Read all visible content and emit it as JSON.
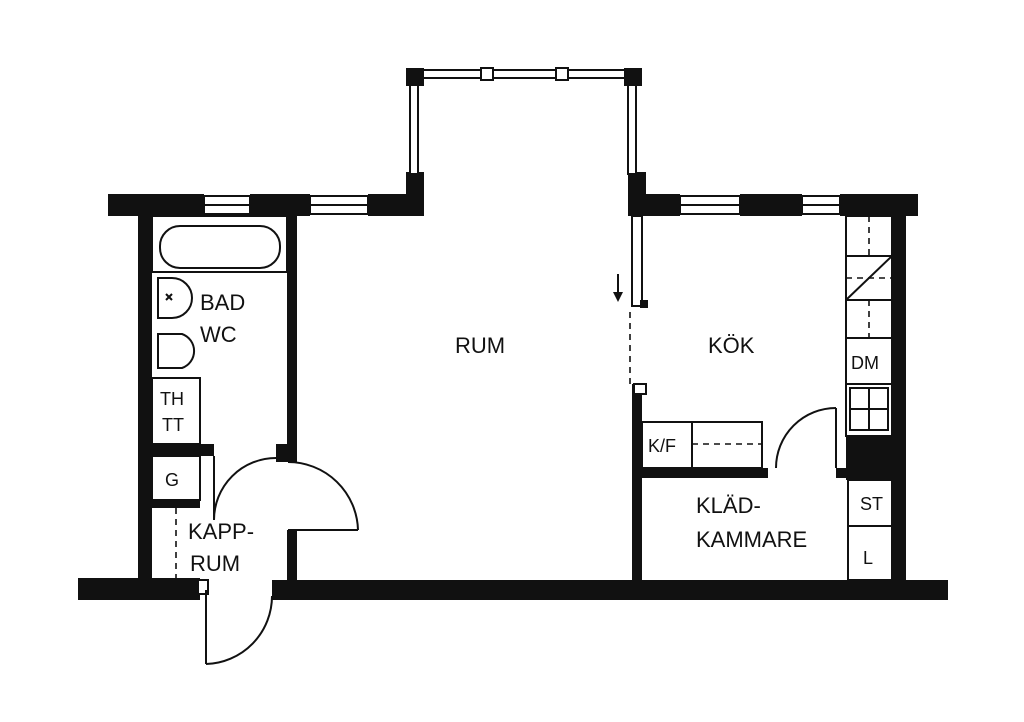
{
  "colors": {
    "wall": "#111111",
    "background": "#ffffff"
  },
  "rooms": {
    "bad_wc": [
      "BAD",
      "WC"
    ],
    "rum": "RUM",
    "kok": "KÖK",
    "kappa_rum": [
      "KAPP-",
      "RUM"
    ],
    "kladkammare": [
      "KLÄD-",
      "KAMMARE"
    ]
  },
  "fixtures": {
    "th_tt": [
      "TH",
      "TT"
    ],
    "g": "G",
    "dm": "DM",
    "kf": "K/F",
    "st": "ST",
    "l": "L"
  }
}
